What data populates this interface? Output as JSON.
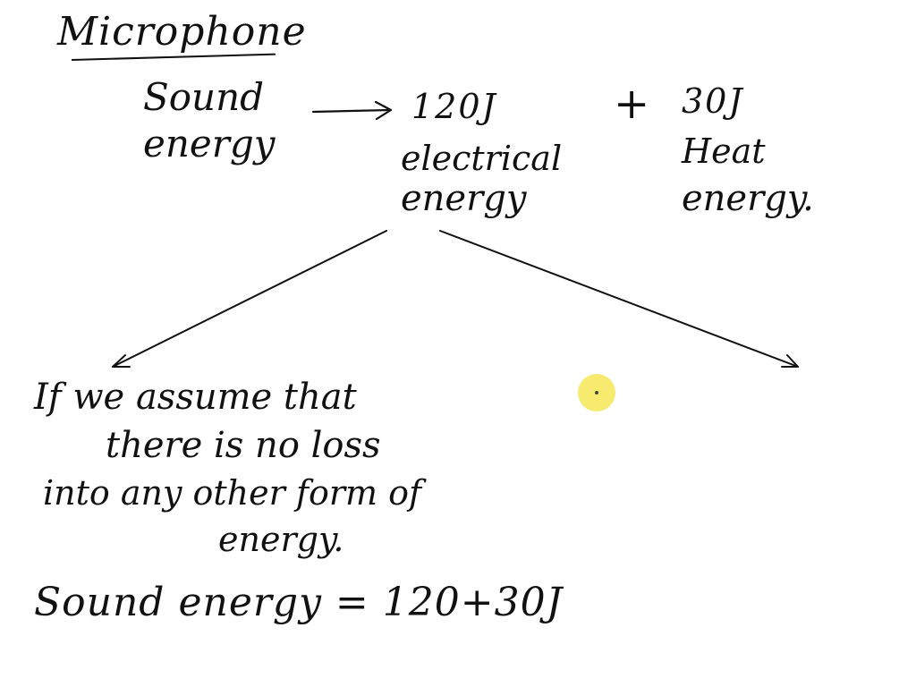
{
  "title": "Microphone",
  "source": {
    "line1": "Sound",
    "line2": "energy"
  },
  "electrical": {
    "value": "120J",
    "line1": "electrical",
    "line2": "energy"
  },
  "plus": "+",
  "heat": {
    "value": "30J",
    "line1": "Heat",
    "line2": "energy."
  },
  "assumption": {
    "line1": "If we assume that",
    "line2": "there is no loss",
    "line3": "into any other form of",
    "line4": "energy."
  },
  "equation": "Sound energy = 120+30J",
  "ink_color": "#111111",
  "pointer_color": "#f6ea6f"
}
